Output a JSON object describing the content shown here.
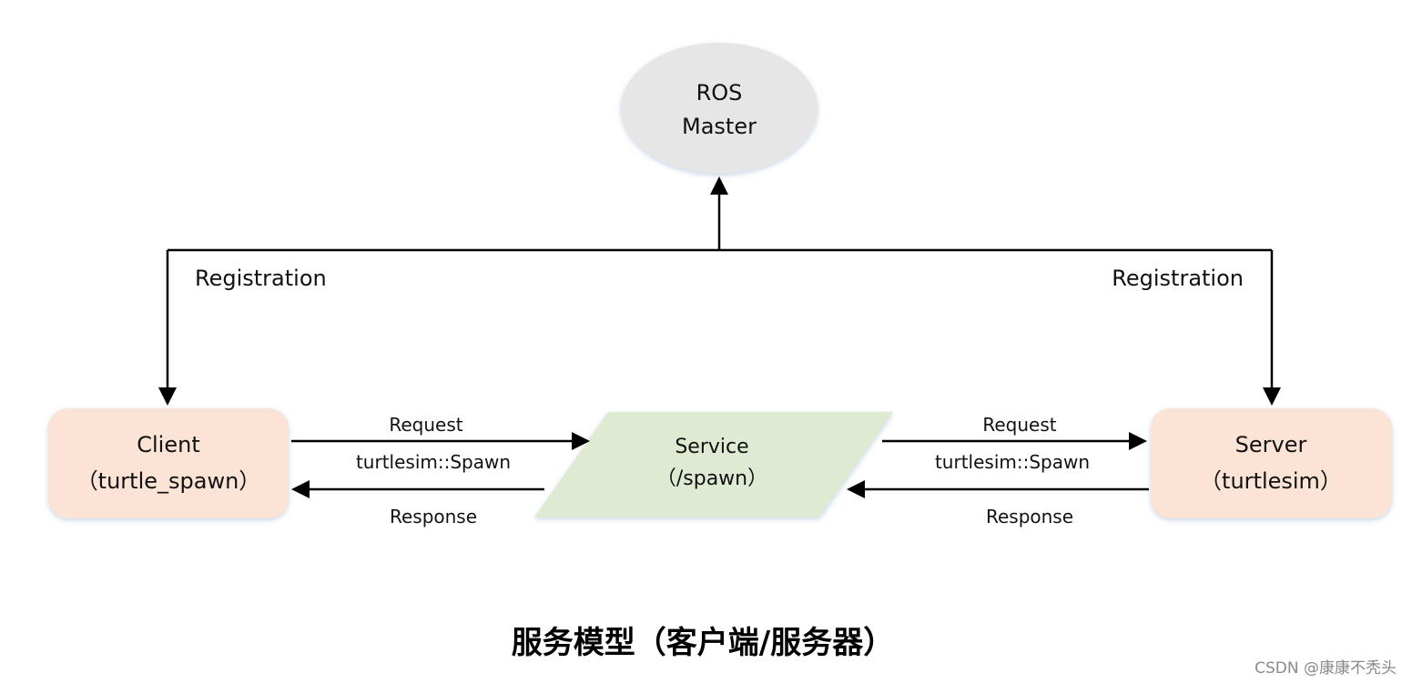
{
  "nodes": {
    "master": {
      "line1": "ROS",
      "line2": "Master"
    },
    "client": {
      "line1": "Client",
      "line2": "（turtle_spawn）"
    },
    "service": {
      "line1": "Service",
      "line2": "（/spawn）"
    },
    "server": {
      "line1": "Server",
      "line2": "（turtlesim）"
    }
  },
  "edges": {
    "client_registration": "Registration",
    "server_registration": "Registration",
    "client_request": "Request",
    "client_type": "turtlesim::Spawn",
    "client_response": "Response",
    "server_request": "Request",
    "server_type": "turtlesim::Spawn",
    "server_response": "Response"
  },
  "caption": "服务模型（客户端/服务器）",
  "watermark": "CSDN @康康不秃头",
  "colors": {
    "master_fill": "#e6e6e6",
    "node_fill": "#fbe3d5",
    "service_fill": "#dfead3",
    "line": "#000000"
  }
}
